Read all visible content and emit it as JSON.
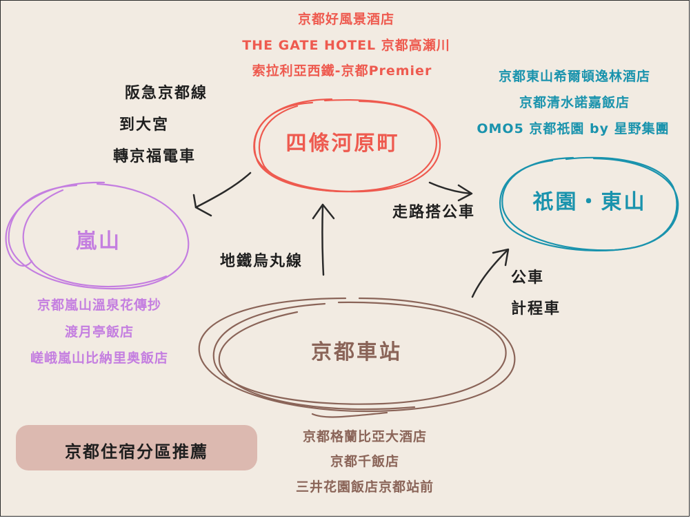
{
  "hubs": {
    "shijo": "四條河原町",
    "gion": "祇園・東山",
    "arashiyama": "嵐山",
    "kyoto_station": "京都車站"
  },
  "hotels": {
    "shijo": [
      "京都好風景酒店",
      "THE GATE HOTEL 京都高瀬川",
      "索拉利亞西鐵-京都Premier"
    ],
    "gion": [
      "京都東山希爾頓逸林酒店",
      "京都清水諾嘉飯店",
      "OMO5 京都祇園 by 星野集團"
    ],
    "arashiyama": [
      "京都嵐山溫泉花傳抄",
      "渡月亭飯店",
      "嵯峨嵐山比納里奥飯店"
    ],
    "kyoto_station": [
      "京都格蘭比亞大酒店",
      "京都千飯店",
      "三井花園飯店京都站前"
    ]
  },
  "routes": {
    "hankyu": [
      "阪急京都線",
      "到大宮",
      "轉京福電車"
    ],
    "walk_bus": "走路搭公車",
    "subway": "地鐵烏丸線",
    "bus_taxi": [
      "公車",
      "計程車"
    ]
  },
  "legend": "京都住宿分區推薦",
  "colors": {
    "background": "#f2ebe2",
    "shijo": "#ee5a4f",
    "gion": "#1a93ad",
    "arashiyama": "#c47ee0",
    "kyoto_station": "#8a6458",
    "legend_pill": "#dcb9b0",
    "arrows": "#2a2a2a"
  }
}
